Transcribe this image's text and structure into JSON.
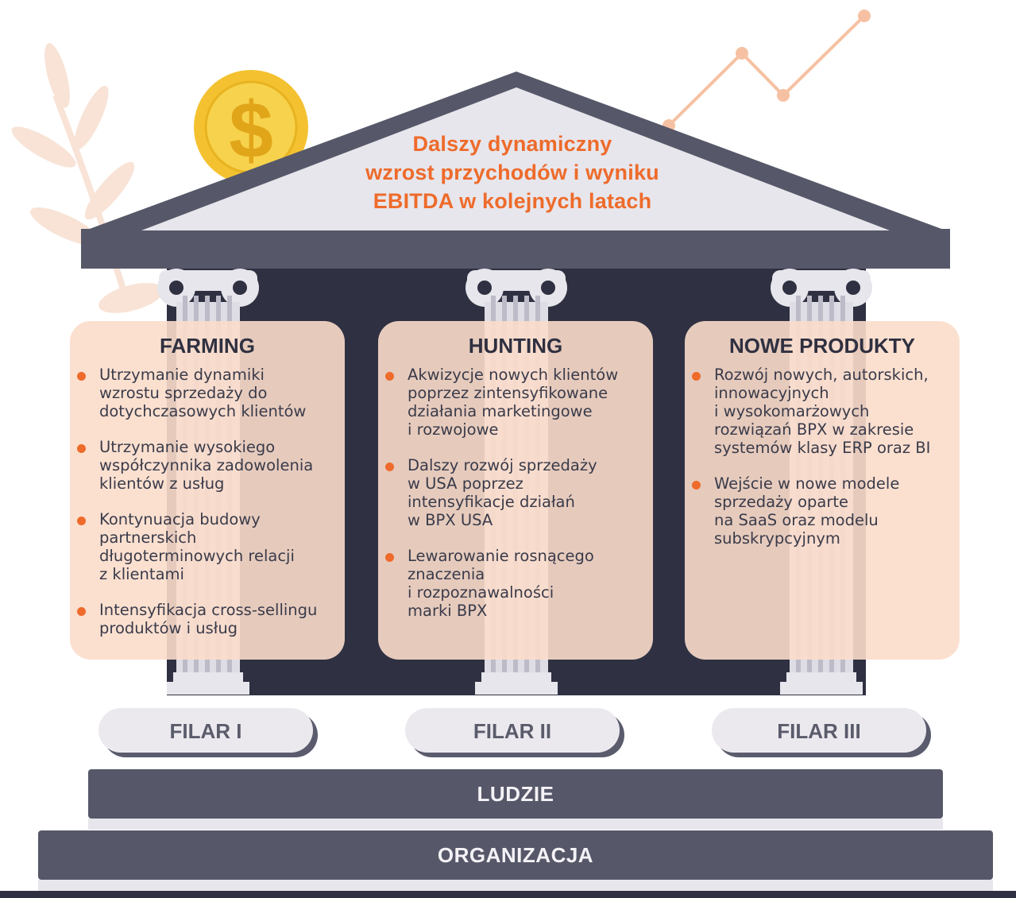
{
  "roof": {
    "lines": [
      "Dalszy dynamiczny",
      "wzrost przychodów i wyniku",
      "EBITDA w kolejnych latach"
    ]
  },
  "pillars": [
    {
      "title": "FARMING",
      "items": [
        "Utrzymanie dynamiki\nwzrostu sprzedaży do\ndotychczasowych klientów",
        "Utrzymanie wysokiego\nwspółczynnika zadowolenia\nklientów z usług",
        "Kontynuacja budowy\npartnerskich\ndługoterminowych relacji\nz klientami",
        "Intensyfikacja cross-sellingu\nproduktów i usług"
      ],
      "base_label": "FILAR I"
    },
    {
      "title": "HUNTING",
      "items": [
        "Akwizycje nowych klientów\npoprzez zintensyfikowane\ndziałania marketingowe\ni rozwojowe",
        "Dalszy rozwój sprzedaży\nw USA poprzez\nintensyfikacje działań\nw BPX USA",
        "Lewarowanie rosnącego\nznaczenia\ni rozpoznawalności\nmarki BPX"
      ],
      "base_label": "FILAR II"
    },
    {
      "title": "NOWE PRODUKTY",
      "items": [
        "Rozwój nowych, autorskich,\ninnowacyjnych\ni wysokomarżowych\nrozwiązań BPX w zakresie\nsystemów klasy ERP oraz BI",
        "Wejście w nowe modele\nsprzedaży oparte\nna SaaS oraz modelu\nsubskrypcyjnym"
      ],
      "base_label": "FILAR III"
    }
  ],
  "foundation": {
    "upper": "LUDZIE",
    "lower": "ORGANIZACJA"
  },
  "colors": {
    "accent": "#ee6b2b",
    "dark": "#565869",
    "backdrop": "#2f3142",
    "card": "#fbdccb",
    "roof_face": "#e7e6ec",
    "pillar": "#dedde5"
  },
  "icons": [
    "laurel-branch-icon",
    "dollar-coin-icon",
    "growth-line-icon",
    "ionic-column-icon"
  ]
}
